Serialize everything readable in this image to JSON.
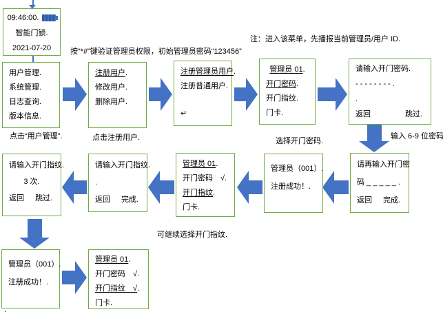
{
  "notes": {
    "top_right": "注：进入该菜单，先播报当前管理员/用户 ID.",
    "verify": "按“*#”键验证管理员权限，初始管理员密码“123456”"
  },
  "captions": {
    "click_user_mgmt": "点击“用户管理”.",
    "click_register_user": "点击注册用户.",
    "choose_password": "选择开门密码.",
    "password_length": "输入 6-9 位密码.",
    "continue_fingerprint": "可继续选择开门指纹.",
    "stray_mark": "."
  },
  "screens": {
    "lock_home": {
      "time": "09:46:00.",
      "name": "智能门锁.",
      "date": "2021-07-20"
    },
    "main_menu": {
      "item1": "用户管理.",
      "item2": "系统管理.",
      "item3": "日志查询.",
      "item4": "版本信息."
    },
    "user_menu": {
      "item1": "注册用户",
      "item1_mark": ".",
      "item2": "修改用户.",
      "item3": "删除用户."
    },
    "register_menu": {
      "item1": "注册管理员用户",
      "item1_mark": ".",
      "item2": "注册普通用户.",
      "return_symbol": "↵"
    },
    "select_unlock_method": {
      "header": "管理员 01",
      "header_mark": ".",
      "item1": "开门密码",
      "item1_mark": ".",
      "item2": "开门指纹.",
      "item3": "门卡."
    },
    "enter_password": {
      "line1": "请输入开门密码.",
      "line2": "- - - - - - - - .",
      "line3": ".",
      "btn_back": "返回",
      "btn_skip": "跳过."
    },
    "reenter_password": {
      "line1": "请再输入开门密",
      "line2": "码 _ _ _ _ _ .",
      "btn_back": "返回",
      "btn_done": "完成."
    },
    "register_success_1": {
      "line1": "管理员（001）.",
      "line2": "注册成功！."
    },
    "select_fingerprint": {
      "header": "管理员 01",
      "header_mark": ".",
      "item1": "开门密码　√.",
      "item2": "开门指纹",
      "item2_mark": ".",
      "item3": "门卡."
    },
    "enter_fingerprint": {
      "line1": "请输入开门指纹.",
      "line2": ".",
      "btn_back": "返回",
      "btn_done": "完成."
    },
    "fingerprint_count": {
      "line1": "请输入开门指纹.",
      "line2": "3 次.",
      "btn_back": "返回",
      "btn_skip": "跳过."
    },
    "register_success_2": {
      "line1": "管理员（001）.",
      "line2": "注册成功！."
    },
    "methods_done": {
      "header": "管理员 01",
      "header_mark": ".",
      "item1": "开门密码　√.",
      "item2": "开门指纹　√",
      "item2_mark": ".",
      "item3": "门卡."
    }
  }
}
